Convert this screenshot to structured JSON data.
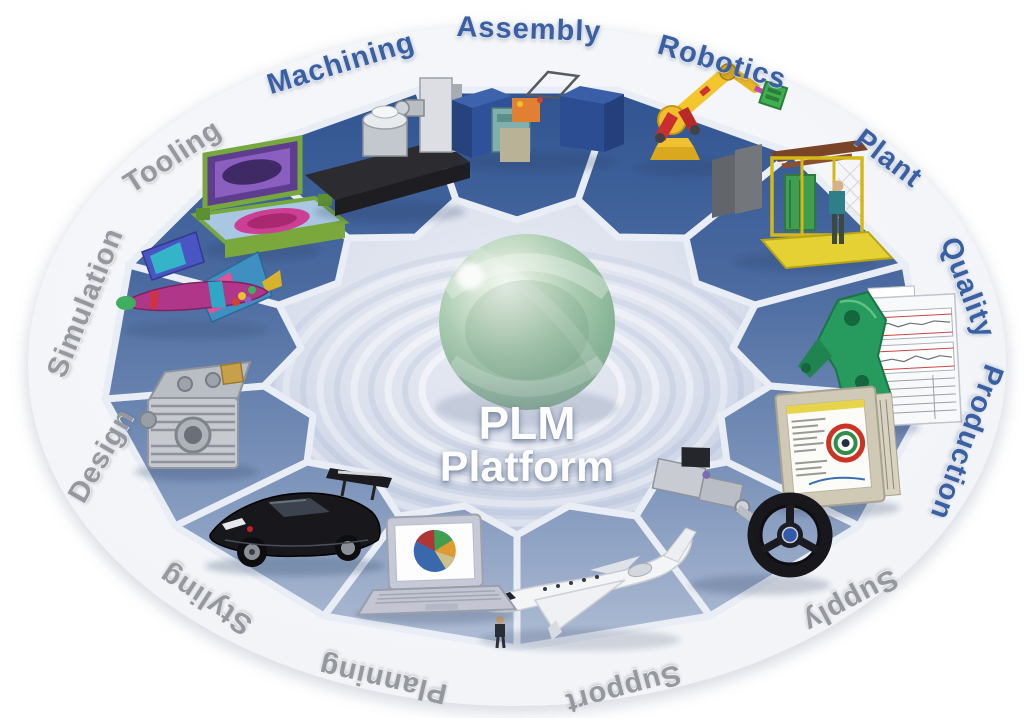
{
  "diagram": {
    "type": "plm-platform-wheel",
    "center": {
      "line1": "PLM",
      "line2": "Platform",
      "icon": "green-sphere-icon"
    },
    "colors": {
      "label_blue": "#3b5fa3",
      "label_gray": "#96989f",
      "wedge_dark_blue": "#2e5290",
      "wedge_light_blue": "#b4c0d6",
      "outer_band": "#eef0f6",
      "center_disc": "#c9d2e4",
      "sphere_green": "#8fb89c",
      "background": "#ffffff"
    },
    "segments": [
      {
        "label": "Assembly",
        "label_color": "blue",
        "icon": "assembly-station-icon"
      },
      {
        "label": "Robotics",
        "label_color": "blue",
        "icon": "robot-arm-icon"
      },
      {
        "label": "Plant",
        "label_color": "blue",
        "icon": "work-cell-icon"
      },
      {
        "label": "Quality",
        "label_color": "blue",
        "icon": "inspection-part-chart-icon"
      },
      {
        "label": "Production",
        "label_color": "blue",
        "icon": "production-monitor-icon"
      },
      {
        "label": "Supply",
        "label_color": "gray",
        "icon": "steering-assembly-icon"
      },
      {
        "label": "Support",
        "label_color": "gray",
        "icon": "business-jet-icon"
      },
      {
        "label": "Planning",
        "label_color": "gray",
        "icon": "laptop-pie-chart-icon"
      },
      {
        "label": "Styling",
        "label_color": "gray",
        "icon": "sports-car-icon"
      },
      {
        "label": "Design",
        "label_color": "gray",
        "icon": "engine-block-icon"
      },
      {
        "label": "Simulation",
        "label_color": "gray",
        "icon": "fea-aircraft-icon"
      },
      {
        "label": "Tooling",
        "label_color": "gray",
        "icon": "mold-die-icon"
      },
      {
        "label": "Machining",
        "label_color": "blue",
        "icon": "machine-tool-icon"
      }
    ]
  }
}
